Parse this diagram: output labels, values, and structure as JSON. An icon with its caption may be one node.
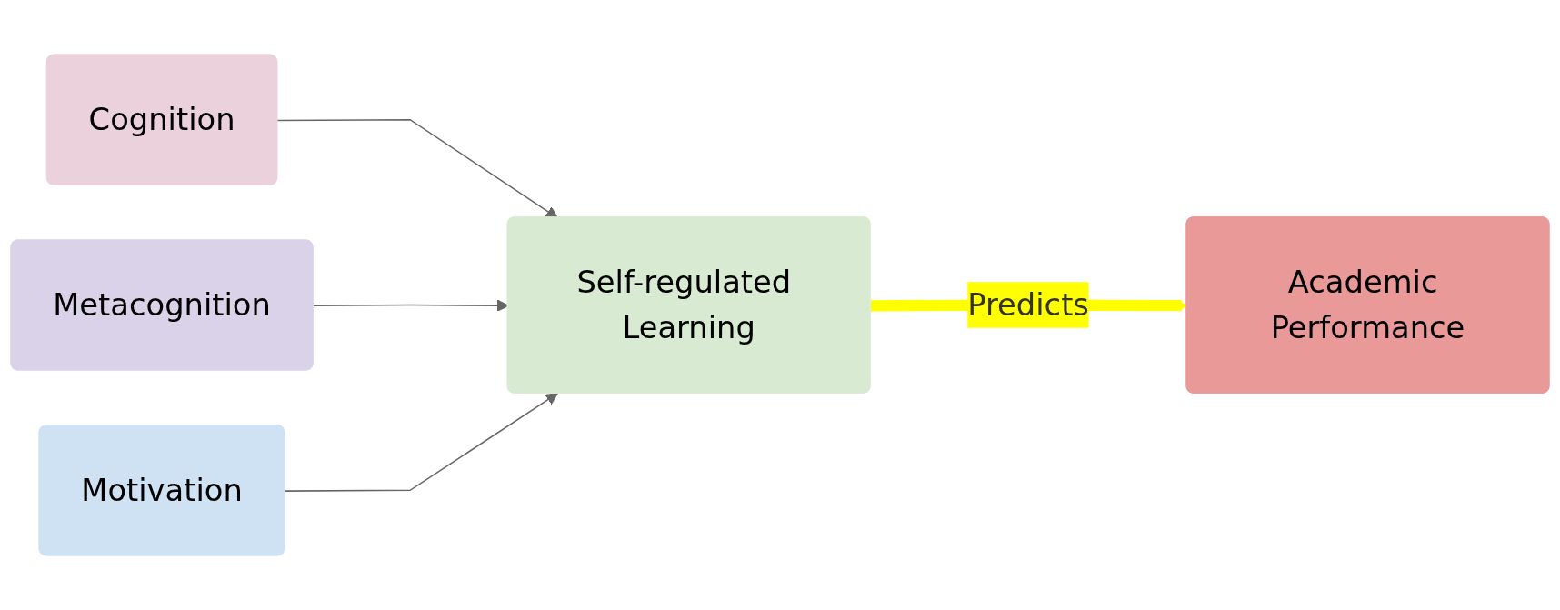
{
  "diagram": {
    "nodes": [
      {
        "text": [
          "Cognition"
        ]
      },
      {
        "text": [
          "Metacognition"
        ]
      },
      {
        "text": [
          "Motivation"
        ]
      },
      {
        "text": [
          "Self-regulated Learning"
        ]
      },
      {
        "text": [
          "Academic Performance"
        ]
      }
    ],
    "edges": [
      {
        "from": 0,
        "to": 3,
        "arrow": "to"
      },
      {
        "from": 1,
        "to": 3,
        "arrow": "to"
      },
      {
        "from": 2,
        "to": 3,
        "arrow": "to"
      },
      {
        "from": 3,
        "to": 4,
        "arrow": "to",
        "label": "Predicts",
        "style": "thick",
        "color": "#ffff00"
      }
    ]
  }
}
